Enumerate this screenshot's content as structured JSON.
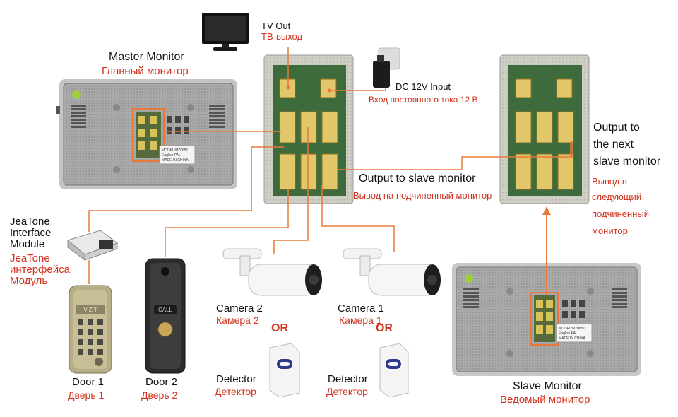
{
  "labels": {
    "tv_out_en": "TV Out",
    "tv_out_ru": "ТВ-выход",
    "master_en": "Master Monitor",
    "master_ru": "Главный монитор",
    "dc_en": "DC 12V Input",
    "dc_ru": "Вход постоянного тока 12 В",
    "out_slave_en": "Output to slave monitor",
    "out_slave_ru": "Вывод на подчиненный монитор",
    "out_next_en_1": "Output to",
    "out_next_en_2": "the next",
    "out_next_en_3": "slave monitor",
    "out_next_ru_1": "Вывод в",
    "out_next_ru_2": "следующий",
    "out_next_ru_3": "подчиненный",
    "out_next_ru_4": "монитор",
    "jeatone_en_1": "JeaTone",
    "jeatone_en_2": "Interface",
    "jeatone_en_3": "Module",
    "jeatone_ru_1": "JeaTone",
    "jeatone_ru_2": "интерфейса",
    "jeatone_ru_3": "Модуль",
    "door1_en": "Door 1",
    "door1_ru": "Дверь 1",
    "door2_en": "Door 2",
    "door2_ru": "Дверь 2",
    "cam2_en": "Camera 2",
    "cam2_ru": "Камера 2",
    "cam1_en": "Camera 1",
    "cam1_ru": "Камера 1",
    "or": "OR",
    "det_en": "Detector",
    "det_ru": "Детектор",
    "slave_en": "Slave Monitor",
    "slave_ru": "Ведомый монитор"
  },
  "device_text": {
    "model_1": "MODEL:M70651",
    "model_2": "English PAL",
    "model_3": "MADE IN CHINA",
    "call": "CALL",
    "keypad_top": "VIZIT"
  },
  "colors": {
    "wire": "#e8793a",
    "red_text": "#d2321e",
    "board_green": "#3d6b3c",
    "monitor_grey": "#9a9a9a"
  }
}
